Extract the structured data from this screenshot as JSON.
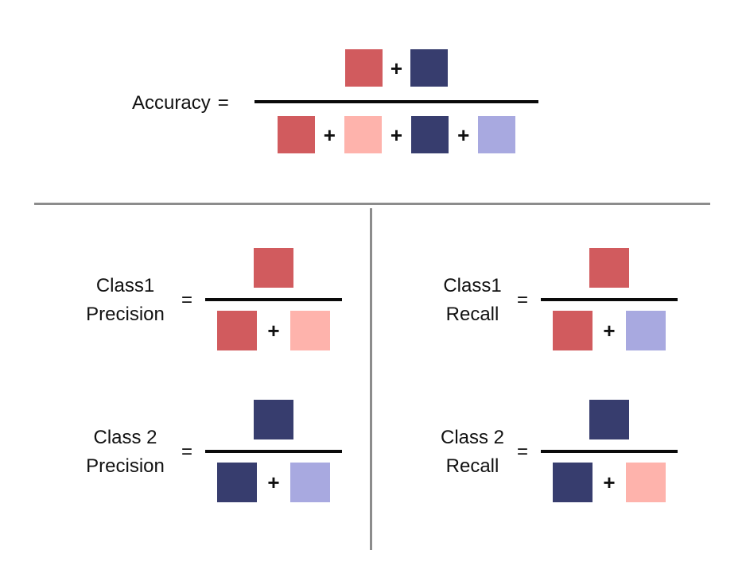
{
  "symbols": {
    "plus": "+",
    "equals": "="
  },
  "colors": {
    "red": "#D15B5E",
    "pink": "#FEB3AC",
    "navy": "#373D6E",
    "lavender": "#A8A9E0",
    "divider": "#8C8C8C",
    "fraction_bar": "#0A0A0A",
    "background": "#FFFFFF",
    "text": "#111111"
  },
  "formulas": {
    "accuracy": {
      "label": "Accuracy",
      "numerator": [
        "red",
        "navy"
      ],
      "denominator": [
        "red",
        "pink",
        "navy",
        "lavender"
      ]
    },
    "class1_precision": {
      "label_line1": "Class1",
      "label_line2": "Precision",
      "numerator": [
        "red"
      ],
      "denominator": [
        "red",
        "pink"
      ]
    },
    "class2_precision": {
      "label_line1": "Class 2",
      "label_line2": "Precision",
      "numerator": [
        "navy"
      ],
      "denominator": [
        "navy",
        "lavender"
      ]
    },
    "class1_recall": {
      "label_line1": "Class1",
      "label_line2": "Recall",
      "numerator": [
        "red"
      ],
      "denominator": [
        "red",
        "lavender"
      ]
    },
    "class2_recall": {
      "label_line1": "Class 2",
      "label_line2": "Recall",
      "numerator": [
        "navy"
      ],
      "denominator": [
        "navy",
        "pink"
      ]
    }
  }
}
